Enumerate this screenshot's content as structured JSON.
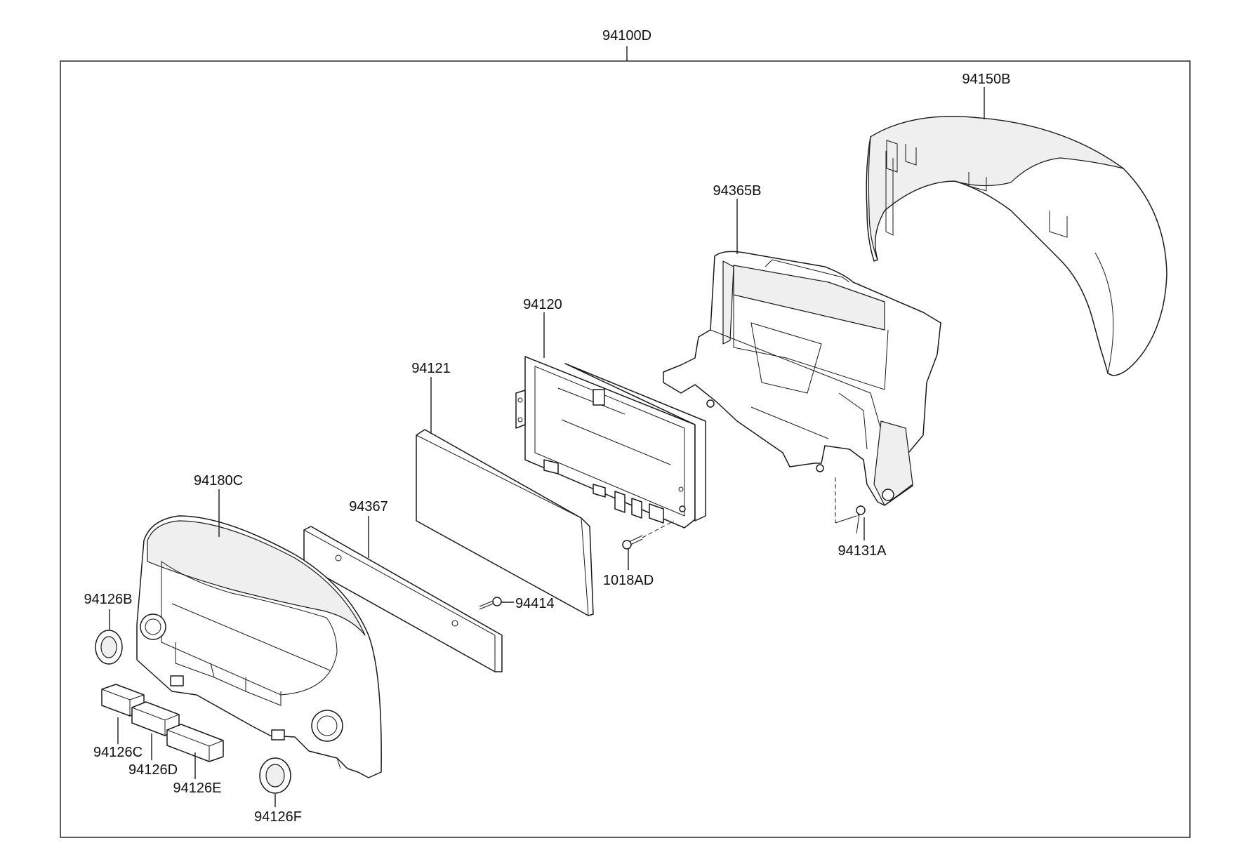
{
  "diagram": {
    "assembly_label": "94100D",
    "parts": {
      "p94150B": "94150B",
      "p94365B": "94365B",
      "p94120": "94120",
      "p94121": "94121",
      "p94180C": "94180C",
      "p94367": "94367",
      "p94126B": "94126B",
      "p94414": "94414",
      "p1018AD": "1018AD",
      "p94131A": "94131A",
      "p94126C": "94126C",
      "p94126D": "94126D",
      "p94126E": "94126E",
      "p94126F": "94126F"
    }
  }
}
